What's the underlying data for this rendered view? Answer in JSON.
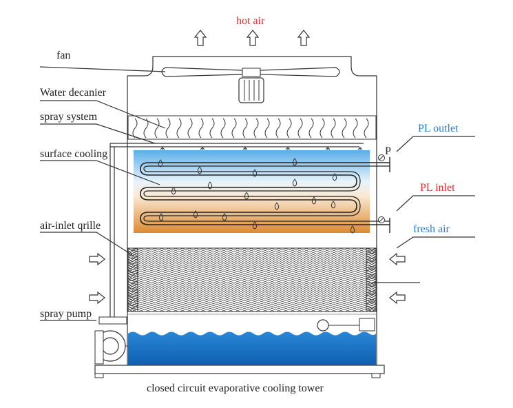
{
  "labels": {
    "hot_air": "hot air",
    "fan": "fan",
    "water_decanier": "Water decanier",
    "spray_system": "spray system",
    "surface_cooling": "surface cooling",
    "pl_outlet": "PL outlet",
    "pl_inlet": "PL inlet",
    "fresh_air": "fresh air",
    "air_inlet_grille": "air-inlet qrille",
    "spray_pump": "spray pump",
    "pressure_mark": "P"
  },
  "caption": "closed circuit evaporative cooling tower",
  "colors": {
    "hot_air": "#d03030",
    "pl_inlet": "#d03030",
    "pl_outlet": "#2a7fd0",
    "fresh_air": "#2a7fd0",
    "coil_top": "#6fb6ec",
    "coil_bottom": "#e0943c",
    "basin": "#1a6fc2",
    "line": "#333333"
  }
}
